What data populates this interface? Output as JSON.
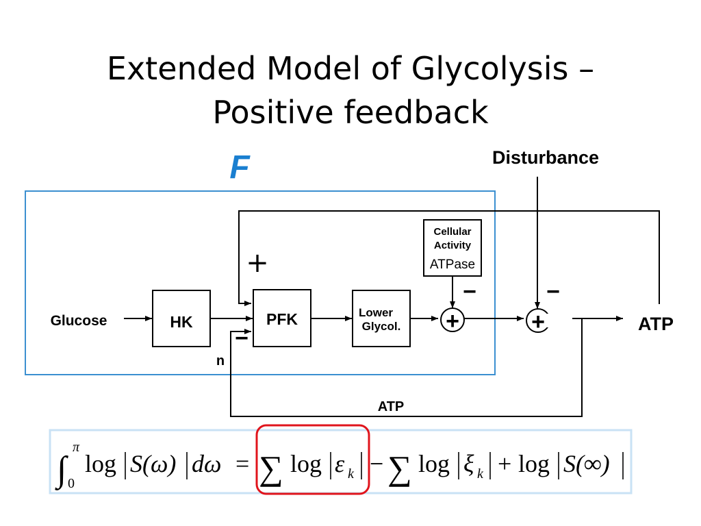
{
  "slide": {
    "title_line1": "Extended Model of Glycolysis –",
    "title_line2": "Positive feedback"
  },
  "diagram": {
    "f_label": "F",
    "disturbance": "Disturbance",
    "glucose": "Glucose",
    "hk": "HK",
    "pfk": "PFK",
    "lower_line1": "Lower",
    "lower_line2": "Glycol.",
    "cellular_line1": "Cellular",
    "cellular_line2": "Activity",
    "cellular_line3": "ATPase",
    "atp_output": "ATP",
    "atp_feedback": "ATP",
    "n_label": "n",
    "plus_sign": "+",
    "minus_sign": "−",
    "sum_sign": "+"
  },
  "formula": {
    "int_sym": "∫",
    "int_upper": "π",
    "int_lower": "0",
    "log1": "log",
    "S_omega": "S(ω)",
    "d_omega": "dω",
    "equals": "=",
    "sum1": "∑",
    "log2": "log",
    "eps": "ε",
    "k1": "k",
    "minus": "−",
    "sum2": "∑",
    "log3": "log",
    "xi": "ξ",
    "k2": "k",
    "plus": "+",
    "log4": "log",
    "S_inf": "S(∞)"
  },
  "colors": {
    "f_box": "#3b8fd0",
    "f_label": "#1a7fd0",
    "formula_border": "#c9e2f5",
    "highlight": "#e0141c"
  }
}
